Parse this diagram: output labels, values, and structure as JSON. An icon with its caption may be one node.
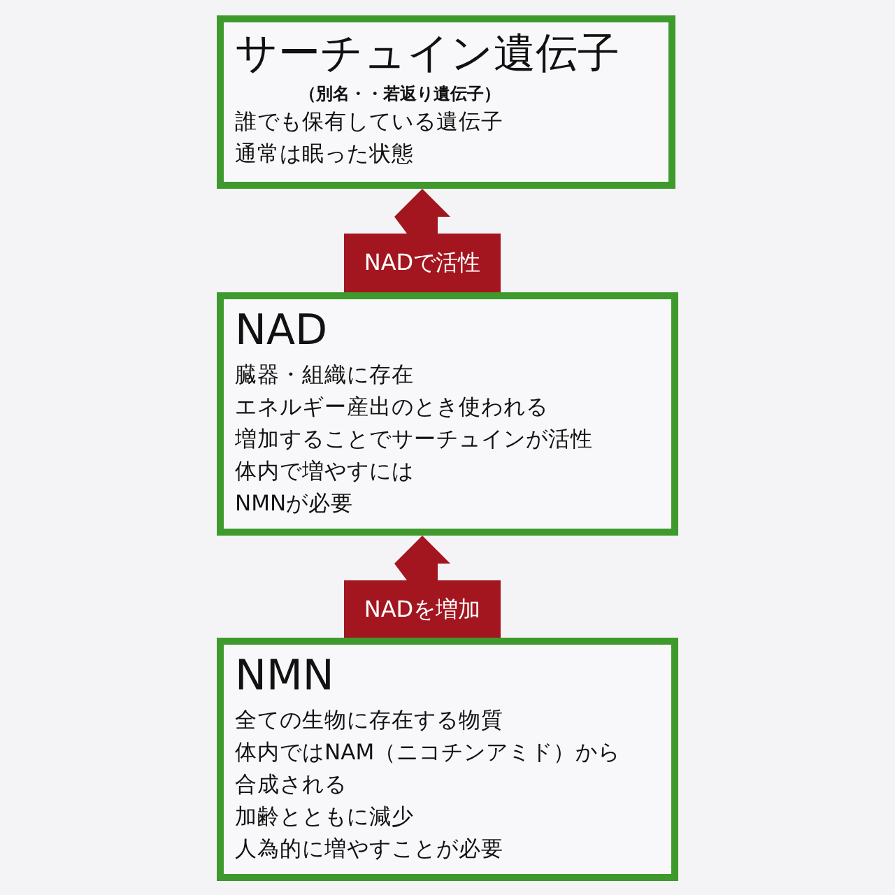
{
  "diagram": {
    "nodes": [
      {
        "text": [
          "サーチュイン遺伝子",
          "（別名・・若返り遺伝子）",
          "誰でも保有している遺伝子",
          "通常は眠った状態"
        ]
      },
      {
        "text": [
          "NAD",
          "臓器・組織に存在",
          "エネルギー産出のとき使われる",
          "増加することでサーチュインが活性",
          "体内で増やすにはNMNが必要"
        ]
      },
      {
        "text": [
          "NMN",
          "全ての生物に存在する物質",
          "体内ではNAM（ニコチンアミド）から合成される",
          "加齢とともに減少",
          "人為的に増やすことが必要"
        ]
      }
    ],
    "edges": [
      {
        "from": 1,
        "to": 0,
        "arrow": "to",
        "label": "NADで活性"
      },
      {
        "from": 2,
        "to": 1,
        "arrow": "to",
        "label": "NADを増加"
      }
    ]
  }
}
